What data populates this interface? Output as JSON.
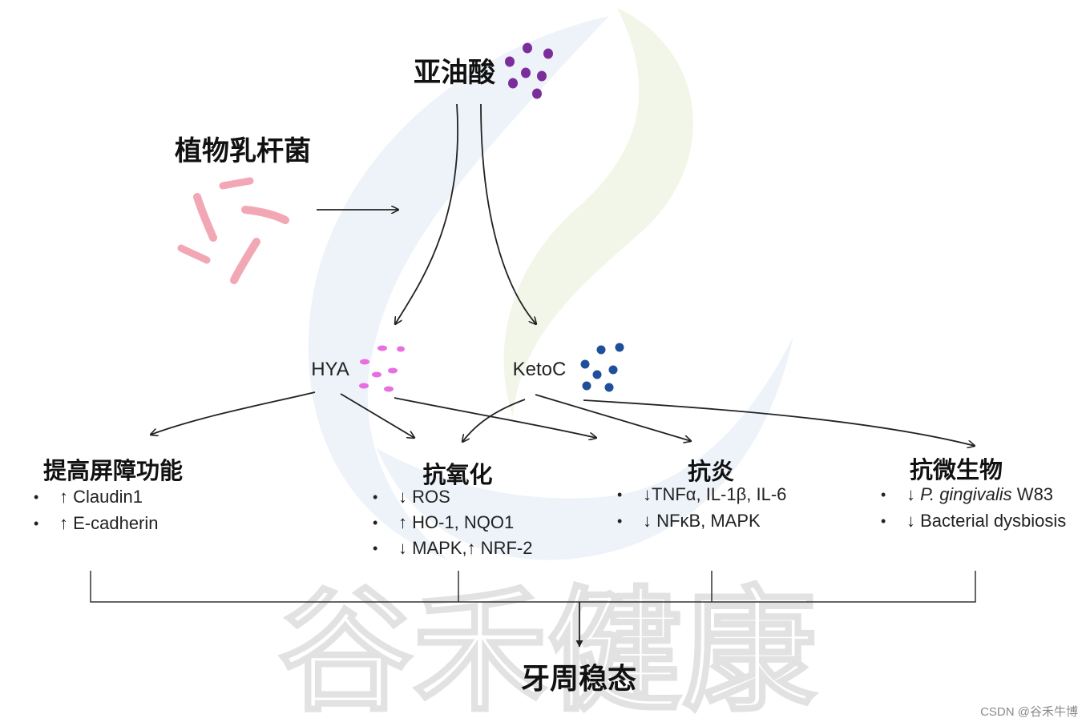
{
  "sources": {
    "linoleic_acid": "亚油酸",
    "lactobacillus": "植物乳杆菌"
  },
  "metabolites": {
    "hya": "HYA",
    "ketoc": "KetoC"
  },
  "effects": [
    {
      "title": "提高屏障功能",
      "items": [
        {
          "text": "↑ Claudin1"
        },
        {
          "text": "↑ E-cadherin"
        }
      ]
    },
    {
      "title": "抗氧化",
      "items": [
        {
          "text": "↓ ROS"
        },
        {
          "text": "↑ HO-1, NQO1"
        },
        {
          "text": "↓ MAPK,↑ NRF-2"
        }
      ]
    },
    {
      "title": "抗炎",
      "items": [
        {
          "text": "↓TNFα, IL-1β, IL-6"
        },
        {
          "text": "↓ NFκB, MAPK"
        }
      ]
    },
    {
      "title": "抗微生物",
      "items": [
        {
          "prefix": "↓ ",
          "italic": "P. gingivalis",
          "suffix": " W83"
        },
        {
          "text": "↓ Bacterial dysbiosis"
        }
      ]
    }
  ],
  "outcome": "牙周稳态",
  "watermark": "谷禾健康",
  "credit": "CSDN @谷禾牛博",
  "colors": {
    "linoleic_dots": "#7b2d9c",
    "hya_dots": "#e86fe0",
    "ketoc_dots": "#1f4f9a",
    "bacteria": "#f2a7b4",
    "logo_blue": "#eef3fa",
    "logo_green": "#f1f6e8"
  }
}
